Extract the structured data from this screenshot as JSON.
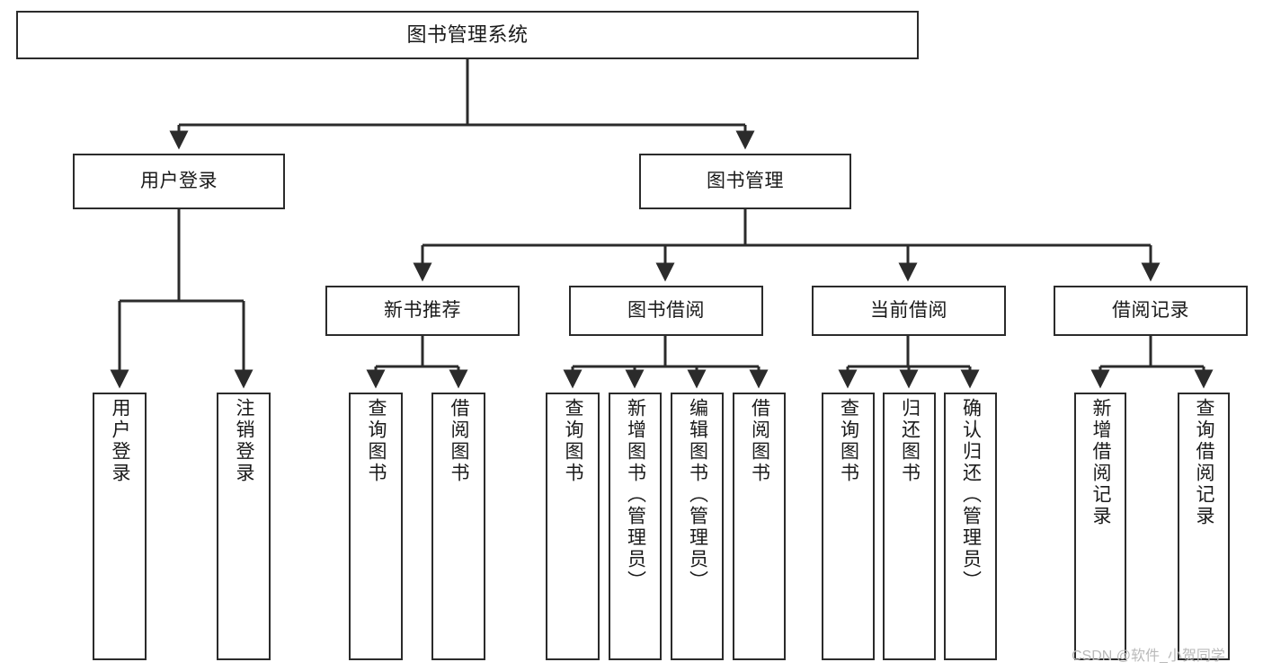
{
  "diagram": {
    "title": "图书管理系统",
    "colors": {
      "stroke": "#2b2b2b",
      "fill": "#ffffff",
      "text": "#1a1a1a",
      "watermark": "#b9b9b9",
      "background": "#ffffff"
    },
    "nodes": {
      "root": {
        "label": "图书管理系统"
      },
      "level2": [
        {
          "id": "user-login",
          "label": "用户登录"
        },
        {
          "id": "book-manage",
          "label": "图书管理"
        }
      ],
      "level3": [
        {
          "id": "new-book-recommend",
          "label": "新书推荐"
        },
        {
          "id": "book-borrow",
          "label": "图书借阅"
        },
        {
          "id": "current-borrow",
          "label": "当前借阅"
        },
        {
          "id": "borrow-record",
          "label": "借阅记录"
        }
      ],
      "leaves": {
        "user_login": [
          {
            "id": "leaf-user-login",
            "label": "用户登录"
          },
          {
            "id": "leaf-logout-login",
            "label": "注销登录"
          }
        ],
        "new_book_recommend": [
          {
            "id": "leaf-query-book-1",
            "label": "查询图书"
          },
          {
            "id": "leaf-borrow-book-1",
            "label": "借阅图书"
          }
        ],
        "book_borrow": [
          {
            "id": "leaf-query-book-2",
            "label": "查询图书"
          },
          {
            "id": "leaf-add-book",
            "label": "新增图书（管理员）"
          },
          {
            "id": "leaf-edit-book",
            "label": "编辑图书（管理员）"
          },
          {
            "id": "leaf-borrow-book-2",
            "label": "借阅图书"
          }
        ],
        "current_borrow": [
          {
            "id": "leaf-query-book-3",
            "label": "查询图书"
          },
          {
            "id": "leaf-return-book",
            "label": "归还图书"
          },
          {
            "id": "leaf-confirm-return",
            "label": "确认归还（管理员）"
          }
        ],
        "borrow_record": [
          {
            "id": "leaf-add-record",
            "label": "新增借阅记录"
          },
          {
            "id": "leaf-query-record",
            "label": "查询借阅记录"
          }
        ]
      }
    }
  },
  "watermark": {
    "text": "CSDN @软件_小贺同学"
  }
}
